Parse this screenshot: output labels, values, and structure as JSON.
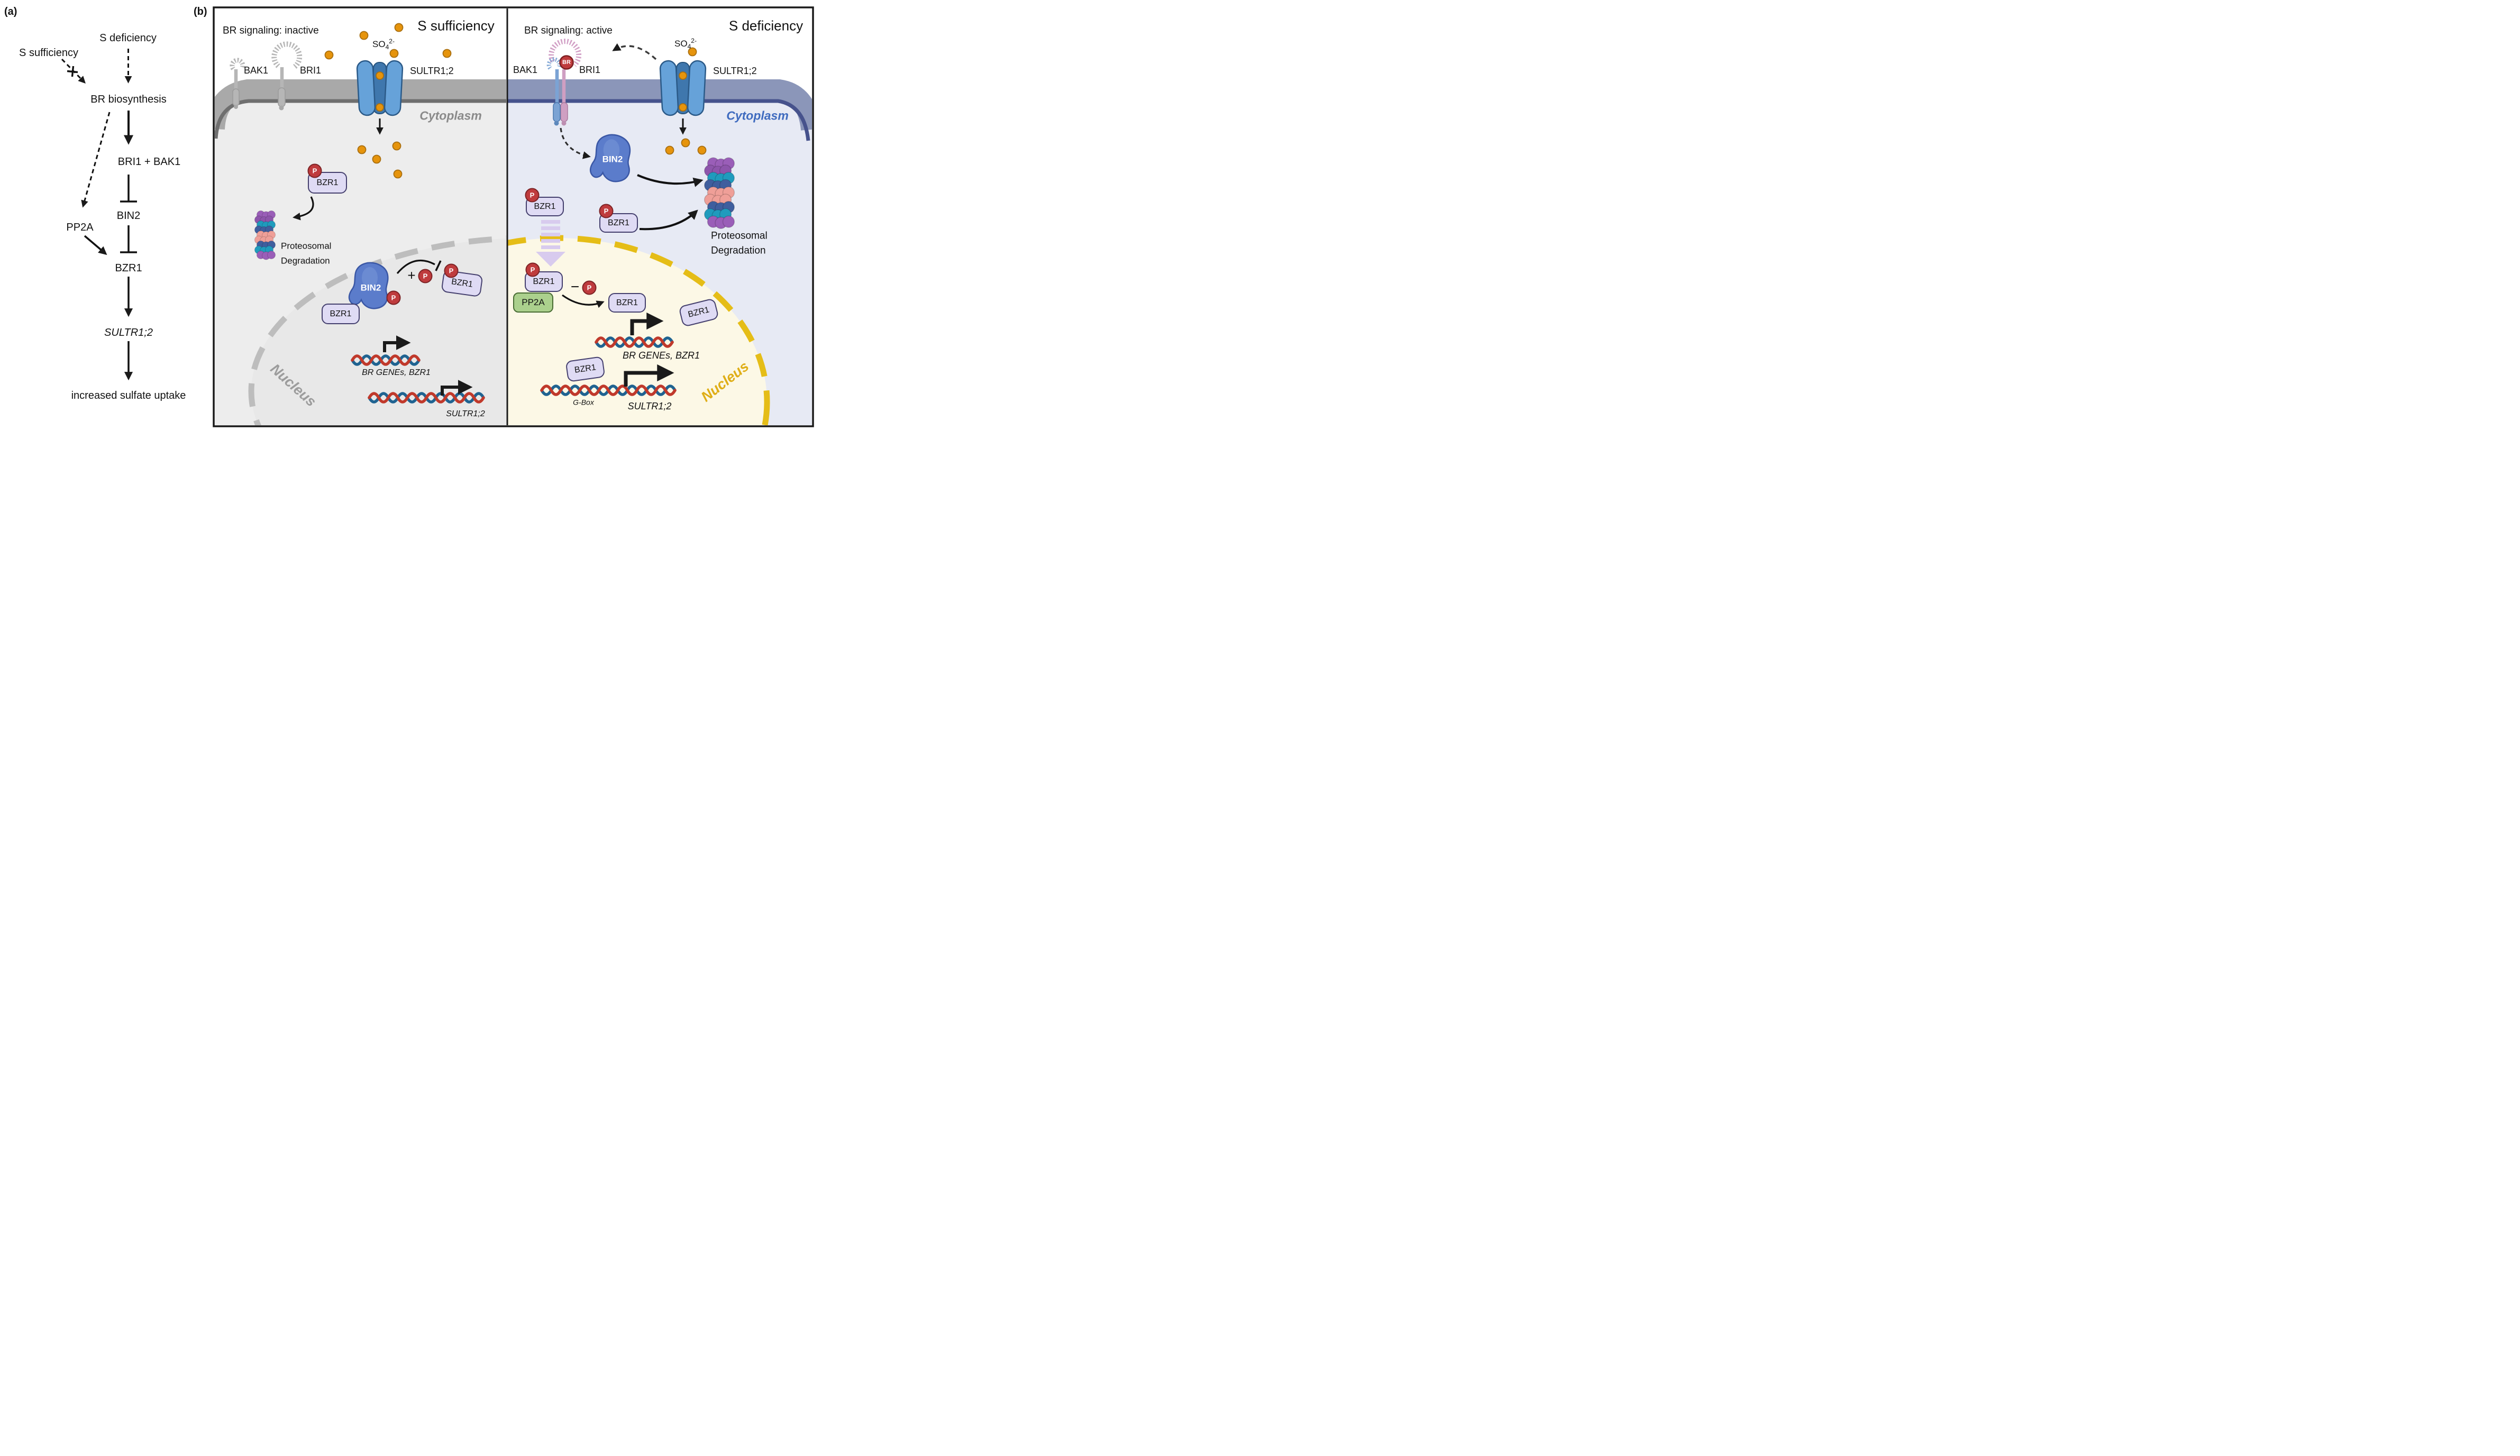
{
  "figure": {
    "panel_a_label": "(a)",
    "panel_b_label": "(b)"
  },
  "panel_a": {
    "s_sufficiency": "S sufficiency",
    "s_deficiency": "S deficiency",
    "br_biosynthesis": "BR biosynthesis",
    "bri1_bak1": "BRI1 + BAK1",
    "bin2": "BIN2",
    "pp2a": "PP2A",
    "bzr1": "BZR1",
    "sultr12": "SULTR1;2",
    "outcome": "increased sulfate uptake"
  },
  "panel_b": {
    "left": {
      "signaling": "BR signaling: inactive",
      "condition": "S sufficiency",
      "bak1": "BAK1",
      "bri1": "BRI1",
      "transporter": "SULTR1;2",
      "cytoplasm": "Cytoplasm",
      "nucleus": "Nucleus",
      "bin2": "BIN2",
      "bzr1": "BZR1",
      "phospho": "P",
      "plus": "+",
      "proteosomal_line1": "Proteosomal",
      "proteosomal_line2": "Degradation",
      "gene_label_1": "BR GENEs, BZR1",
      "gene_label_2": "SULTR1;2"
    },
    "right": {
      "signaling": "BR signaling: active",
      "condition": "S deficiency",
      "bak1": "BAK1",
      "bri1": "BRI1",
      "br_ligand": "BR",
      "transporter": "SULTR1;2",
      "cytoplasm": "Cytoplasm",
      "nucleus": "Nucleus",
      "bin2": "BIN2",
      "bzr1": "BZR1",
      "phospho": "P",
      "minus": "−",
      "pp2a": "PP2A",
      "proteosomal_line1": "Proteosomal",
      "proteosomal_line2": "Degradation",
      "gene_label_1": "BR GENEs, BZR1",
      "gene_label_2": "SULTR1;2",
      "gbox": "G-Box"
    },
    "sulfate_label": {
      "base": "SO",
      "sub": "4",
      "sup": "2-"
    }
  },
  "colors": {
    "accent_black": "#1a1a1a",
    "membrane_left": "#a9a9a9",
    "membrane_left_edge": "#6f6f6f",
    "membrane_right": "#8b96b9",
    "membrane_right_edge": "#46528c",
    "cytoplasm_left": "#ededed",
    "cytoplasm_right": "#e7eaf4",
    "nucleus_left_fill": "#e8e8e8",
    "nucleus_left_border": "#bdbdbd",
    "nucleus_right_fill": "#fcf8e6",
    "nucleus_right_border": "#e5bd17",
    "sulfate_dot": "#e6940c",
    "channel_blue": "#66a2d9",
    "channel_inner": "#3f77ad",
    "bzr1_fill": "#dfdbf4",
    "bzr1_border": "#45406e",
    "phosphate_red": "#bf3b3d",
    "pp2a_green": "#abd08d",
    "bin2_blue": "#5b7ccb",
    "bri1_pink": "#d2a0c6",
    "bak1_blue": "#86abd7",
    "receptor_gray": "#b6b6b6",
    "dna_red": "#c0392b",
    "dna_blue": "#1f6391",
    "striped_arrow": "#d8cbee",
    "proteasome_purple": "#9a5eb8",
    "proteasome_teal": "#1f9bbd",
    "proteasome_navy": "#3f5e9e",
    "proteasome_salmon": "#ef9f98"
  }
}
